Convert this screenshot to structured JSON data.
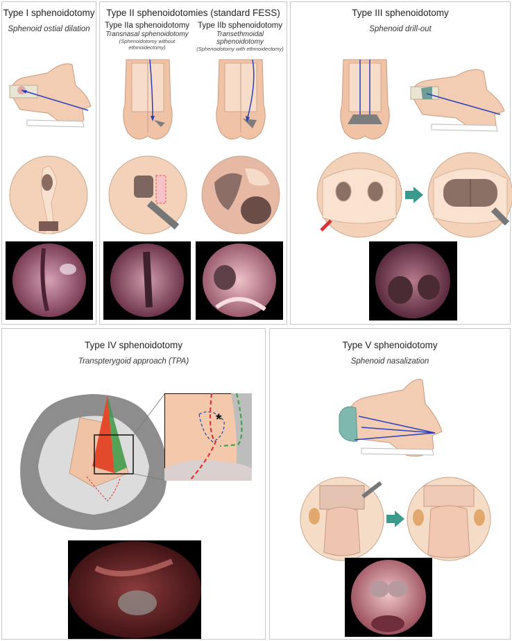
{
  "panels": {
    "type1": {
      "title": "Type I sphenoidotomy",
      "subtitle": "Sphenoid ostial dilation"
    },
    "type2": {
      "title": "Type II sphenoidotomies (standard FESS)",
      "a": {
        "title": "Type IIa sphenoidotomy",
        "subtitle": "Transnasal sphenoidotomy",
        "note": "(Sphenoidotomy without ethmoidectomy)"
      },
      "b": {
        "title": "Type IIb sphenoidotomy",
        "subtitle": "Transethmoidal sphenoidotomy",
        "note": "(Sphenoidotomy with ethmoidectomy)"
      }
    },
    "type3": {
      "title": "Type III sphenoidotomy",
      "subtitle": "Sphenoid drill-out"
    },
    "type4": {
      "title": "Type IV sphenoidotomy",
      "subtitle": "Transpterygoid approach (TPA)",
      "marker": "*"
    },
    "type5": {
      "title": "Type V sphenoidotomy",
      "subtitle": "Sphenoid nasalization"
    }
  },
  "colors": {
    "skin": "#f1c3a6",
    "arrow": "#2a3fb8",
    "teal": "#3a9a8c",
    "bone": "#e8e3d2",
    "border": "#c8c8c8"
  }
}
